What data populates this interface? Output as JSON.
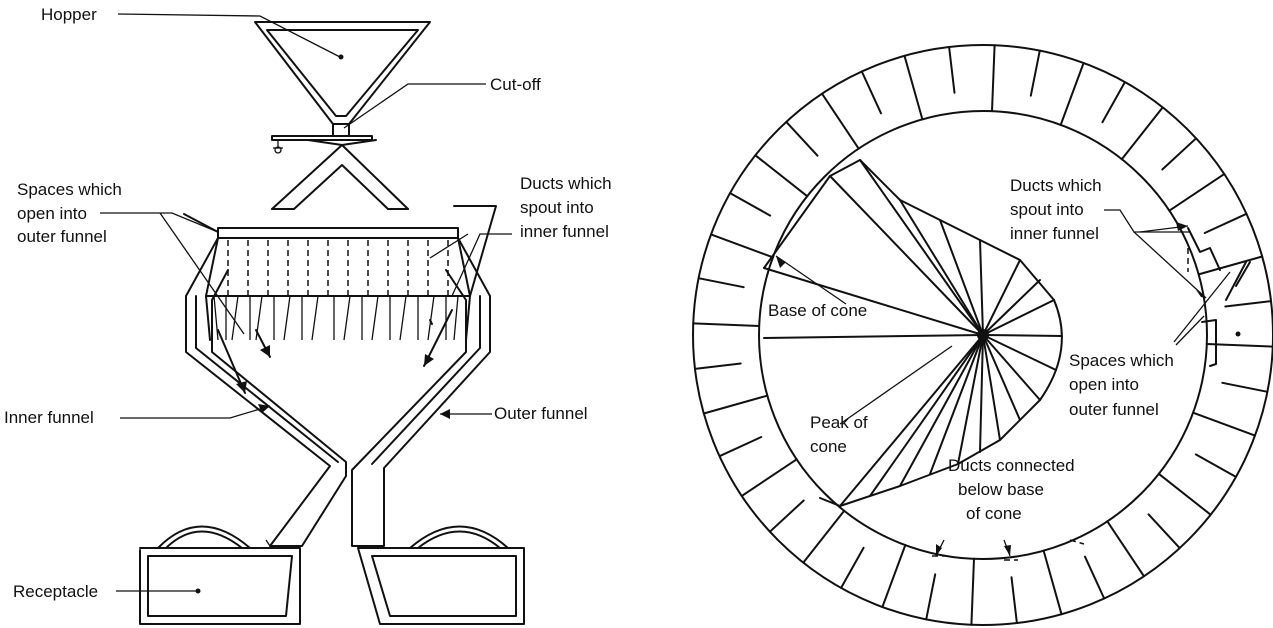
{
  "left_diagram": {
    "hopper": "Hopper",
    "cut_off": "Cut-off",
    "spaces_outer": [
      "Spaces which",
      "open into",
      "outer funnel"
    ],
    "ducts_inner": [
      "Ducts which",
      "spout into",
      "inner funnel"
    ],
    "inner_funnel": "Inner funnel",
    "outer_funnel": "Outer funnel",
    "receptacle": "Receptacle"
  },
  "right_diagram": {
    "ducts_inner": [
      "Ducts which",
      "spout into",
      "inner funnel"
    ],
    "base_of_cone": "Base of cone",
    "spaces_outer": [
      "Spaces which",
      "open into",
      "outer funnel"
    ],
    "peak_of_cone": [
      "Peak of",
      "cone"
    ],
    "ducts_connected": [
      "Ducts connected",
      "below base",
      "of cone"
    ]
  },
  "colors": {
    "ink": "#111111",
    "background": "#ffffff"
  }
}
